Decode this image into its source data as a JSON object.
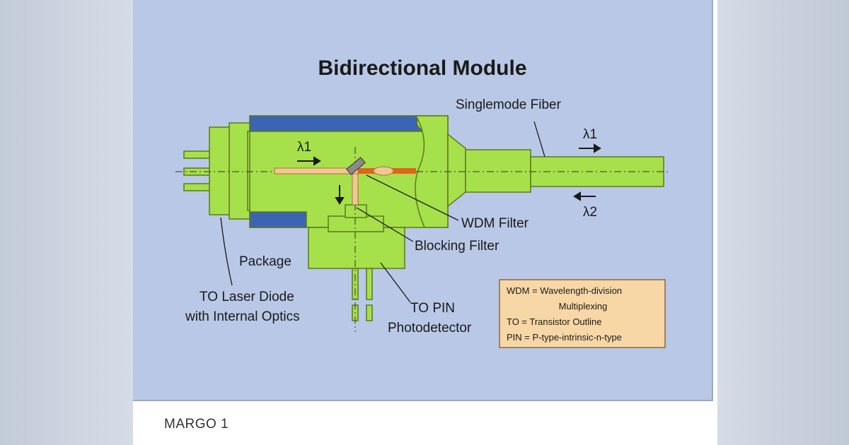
{
  "diagram": {
    "title": "Bidirectional Module",
    "labels": {
      "fiber": "Singlemode Fiber",
      "wdm_filter": "WDM Filter",
      "blocking_filter": "Blocking Filter",
      "package": "Package",
      "to_pin": "TO PIN",
      "photodetector": "Photodetector",
      "laser_line1": "TO Laser Diode",
      "laser_line2": "with Internal Optics",
      "lambda1": "λ1",
      "lambda1_right": "λ1",
      "lambda2_right": "λ2"
    },
    "legend": {
      "line1": "WDM =  Wavelength-division",
      "line2": "Multiplexing",
      "line3": "TO =  Transistor Outline",
      "line4": "PIN = P-type-intrinsic-n-type"
    },
    "colors": {
      "body": "#a6e04a",
      "package_blue": "#3c64b4",
      "beam": "#e0641e",
      "legend_bg": "#f8d7a6",
      "background": "#b9c8e6"
    }
  },
  "caption": "MARGO 1"
}
